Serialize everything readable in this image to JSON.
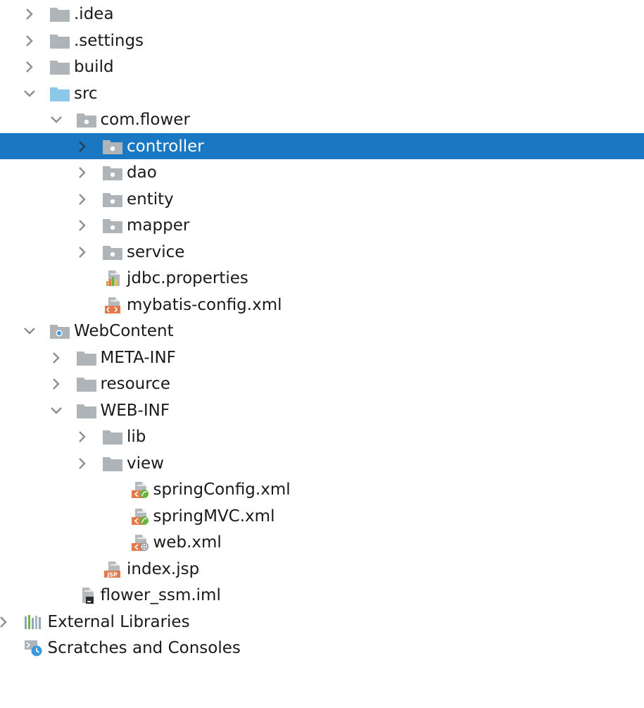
{
  "project_tree": {
    "items": [
      {
        "label": ".idea",
        "depth": 0,
        "arrow": "collapsed",
        "icon": "folder-icon",
        "selected": false
      },
      {
        "label": ".settings",
        "depth": 0,
        "arrow": "collapsed",
        "icon": "folder-icon",
        "selected": false
      },
      {
        "label": "build",
        "depth": 0,
        "arrow": "collapsed",
        "icon": "folder-icon",
        "selected": false
      },
      {
        "label": "src",
        "depth": 0,
        "arrow": "expanded",
        "icon": "source-folder-icon",
        "selected": false
      },
      {
        "label": "com.flower",
        "depth": 1,
        "arrow": "expanded",
        "icon": "package-icon",
        "selected": false
      },
      {
        "label": "controller",
        "depth": 2,
        "arrow": "collapsed",
        "icon": "package-icon",
        "selected": true
      },
      {
        "label": "dao",
        "depth": 2,
        "arrow": "collapsed",
        "icon": "package-icon",
        "selected": false
      },
      {
        "label": "entity",
        "depth": 2,
        "arrow": "collapsed",
        "icon": "package-icon",
        "selected": false
      },
      {
        "label": "mapper",
        "depth": 2,
        "arrow": "collapsed",
        "icon": "package-icon",
        "selected": false
      },
      {
        "label": "service",
        "depth": 2,
        "arrow": "collapsed",
        "icon": "package-icon",
        "selected": false
      },
      {
        "label": "jdbc.properties",
        "depth": 2,
        "arrow": "none",
        "icon": "properties-file-icon",
        "selected": false
      },
      {
        "label": "mybatis-config.xml",
        "depth": 2,
        "arrow": "none",
        "icon": "xml-file-icon",
        "selected": false
      },
      {
        "label": "WebContent",
        "depth": 0,
        "arrow": "expanded",
        "icon": "web-folder-icon",
        "selected": false
      },
      {
        "label": "META-INF",
        "depth": 1,
        "arrow": "collapsed",
        "icon": "folder-icon",
        "selected": false
      },
      {
        "label": "resource",
        "depth": 1,
        "arrow": "collapsed",
        "icon": "folder-icon",
        "selected": false
      },
      {
        "label": "WEB-INF",
        "depth": 1,
        "arrow": "expanded",
        "icon": "folder-icon",
        "selected": false
      },
      {
        "label": "lib",
        "depth": 2,
        "arrow": "collapsed",
        "icon": "folder-icon",
        "selected": false
      },
      {
        "label": "view",
        "depth": 2,
        "arrow": "collapsed",
        "icon": "folder-icon",
        "selected": false
      },
      {
        "label": "springConfig.xml",
        "depth": 3,
        "arrow": "none",
        "icon": "spring-xml-file-icon",
        "selected": false
      },
      {
        "label": "springMVC.xml",
        "depth": 3,
        "arrow": "none",
        "icon": "spring-xml-file-icon",
        "selected": false
      },
      {
        "label": "web.xml",
        "depth": 3,
        "arrow": "none",
        "icon": "web-xml-file-icon",
        "selected": false
      },
      {
        "label": "index.jsp",
        "depth": 2,
        "arrow": "none",
        "icon": "jsp-file-icon",
        "selected": false
      },
      {
        "label": "flower_ssm.iml",
        "depth": 1,
        "arrow": "none",
        "icon": "iml-file-icon",
        "selected": false
      },
      {
        "label": "External Libraries",
        "depth": -1,
        "arrow": "collapsed",
        "icon": "libraries-icon",
        "selected": false
      },
      {
        "label": "Scratches and Consoles",
        "depth": -1,
        "arrow": "none",
        "icon": "scratches-icon",
        "selected": false
      }
    ]
  },
  "colors": {
    "selection": "#1a78c2",
    "folder": "#aeb4b8",
    "source_folder": "#8cc9e8",
    "chevron": "#8a8f94",
    "xml_badge": "#e37a4a",
    "spring_leaf": "#6db33f"
  }
}
